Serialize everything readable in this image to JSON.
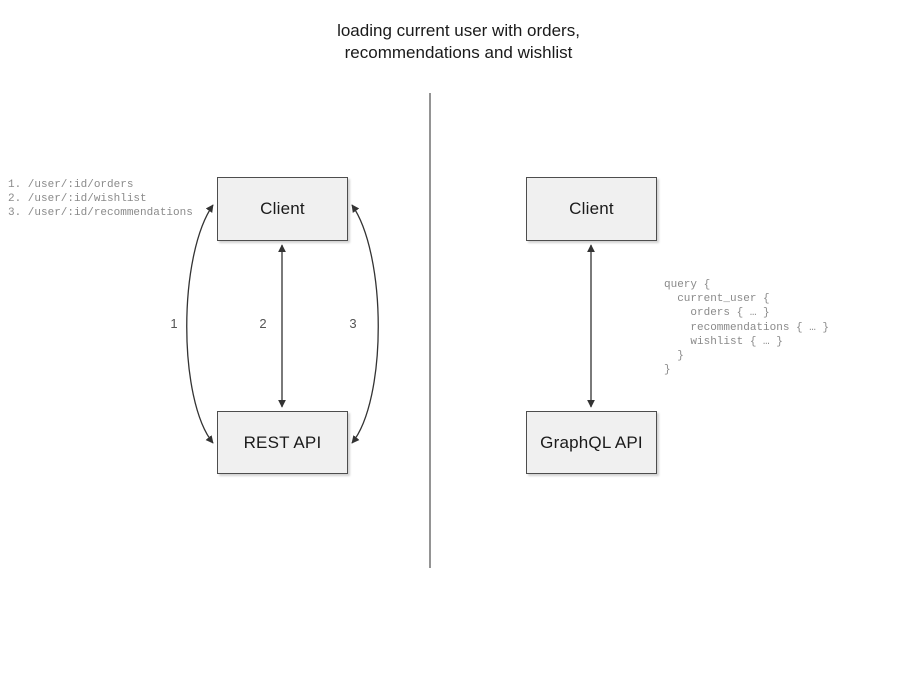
{
  "diagram": {
    "title": "loading current user with orders,\nrecommendations and wishlist",
    "divider": {
      "name": "vertical-divider",
      "color": "#666666"
    },
    "left_panel": {
      "name": "rest-approach",
      "nodes": {
        "client": "Client",
        "api": "REST API"
      },
      "endpoints_code": "1. /user/:id/orders\n2. /user/:id/wishlist\n3. /user/:id/recommendations",
      "edge_labels": [
        "1",
        "2",
        "3"
      ]
    },
    "right_panel": {
      "name": "graphql-approach",
      "nodes": {
        "client": "Client",
        "api": "GraphQL API"
      },
      "query_code": "query {\n  current_user {\n    orders { … }\n    recommendations { … }\n    wishlist { … }\n  }\n}"
    },
    "colors": {
      "node_fill": "#f0f0f0",
      "node_border": "#4d4d4d",
      "stroke": "#333333",
      "code_text": "#8a8a8a",
      "title_text": "#1a1a1a"
    }
  }
}
